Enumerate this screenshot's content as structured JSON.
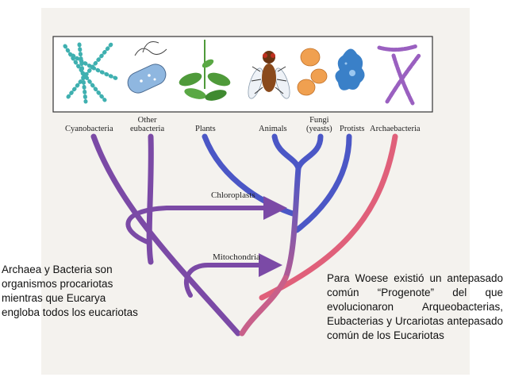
{
  "organisms": [
    {
      "id": "cyanobacteria",
      "label": "Cyanobacteria"
    },
    {
      "id": "other-eubacteria",
      "label": "Other eubacteria"
    },
    {
      "id": "plants",
      "label": "Plants"
    },
    {
      "id": "animals",
      "label": "Animals"
    },
    {
      "id": "fungi",
      "label": "Fungi (yeasts)"
    },
    {
      "id": "protists",
      "label": "Protists"
    },
    {
      "id": "archaebacteria",
      "label": "Archaebacteria"
    }
  ],
  "labels": {
    "other_line1": "Other",
    "other_line2": "eubacteria",
    "fungi_line1": "Fungi",
    "fungi_line2": "(yeasts)"
  },
  "arrows": {
    "chloroplasts": "Chloroplasts",
    "mitochondria": "Mitochondria"
  },
  "notes": {
    "left": "Archaea y Bacteria son organismos procariotas mientras que Eucarya engloba todos los eucariotas",
    "right": "Para Woese existió un antepasado común “Progenote” del que evolucionaron Arqueobacterias, Eubacterias y Urcariotas antepasado común de los Eucariotas"
  },
  "colors": {
    "bacteria_branch": "#7b4aa6",
    "eukarya_branch": "#4b57c6",
    "archaea_branch": "#e0607a",
    "cyanobacteria": "#3fb0b0",
    "eubacteria": "#8fb7e0",
    "plant": "#4f9a3a",
    "fungi": "#f0a050",
    "protist": "#3a80c8",
    "archaebacteria": "#9a60c0"
  }
}
